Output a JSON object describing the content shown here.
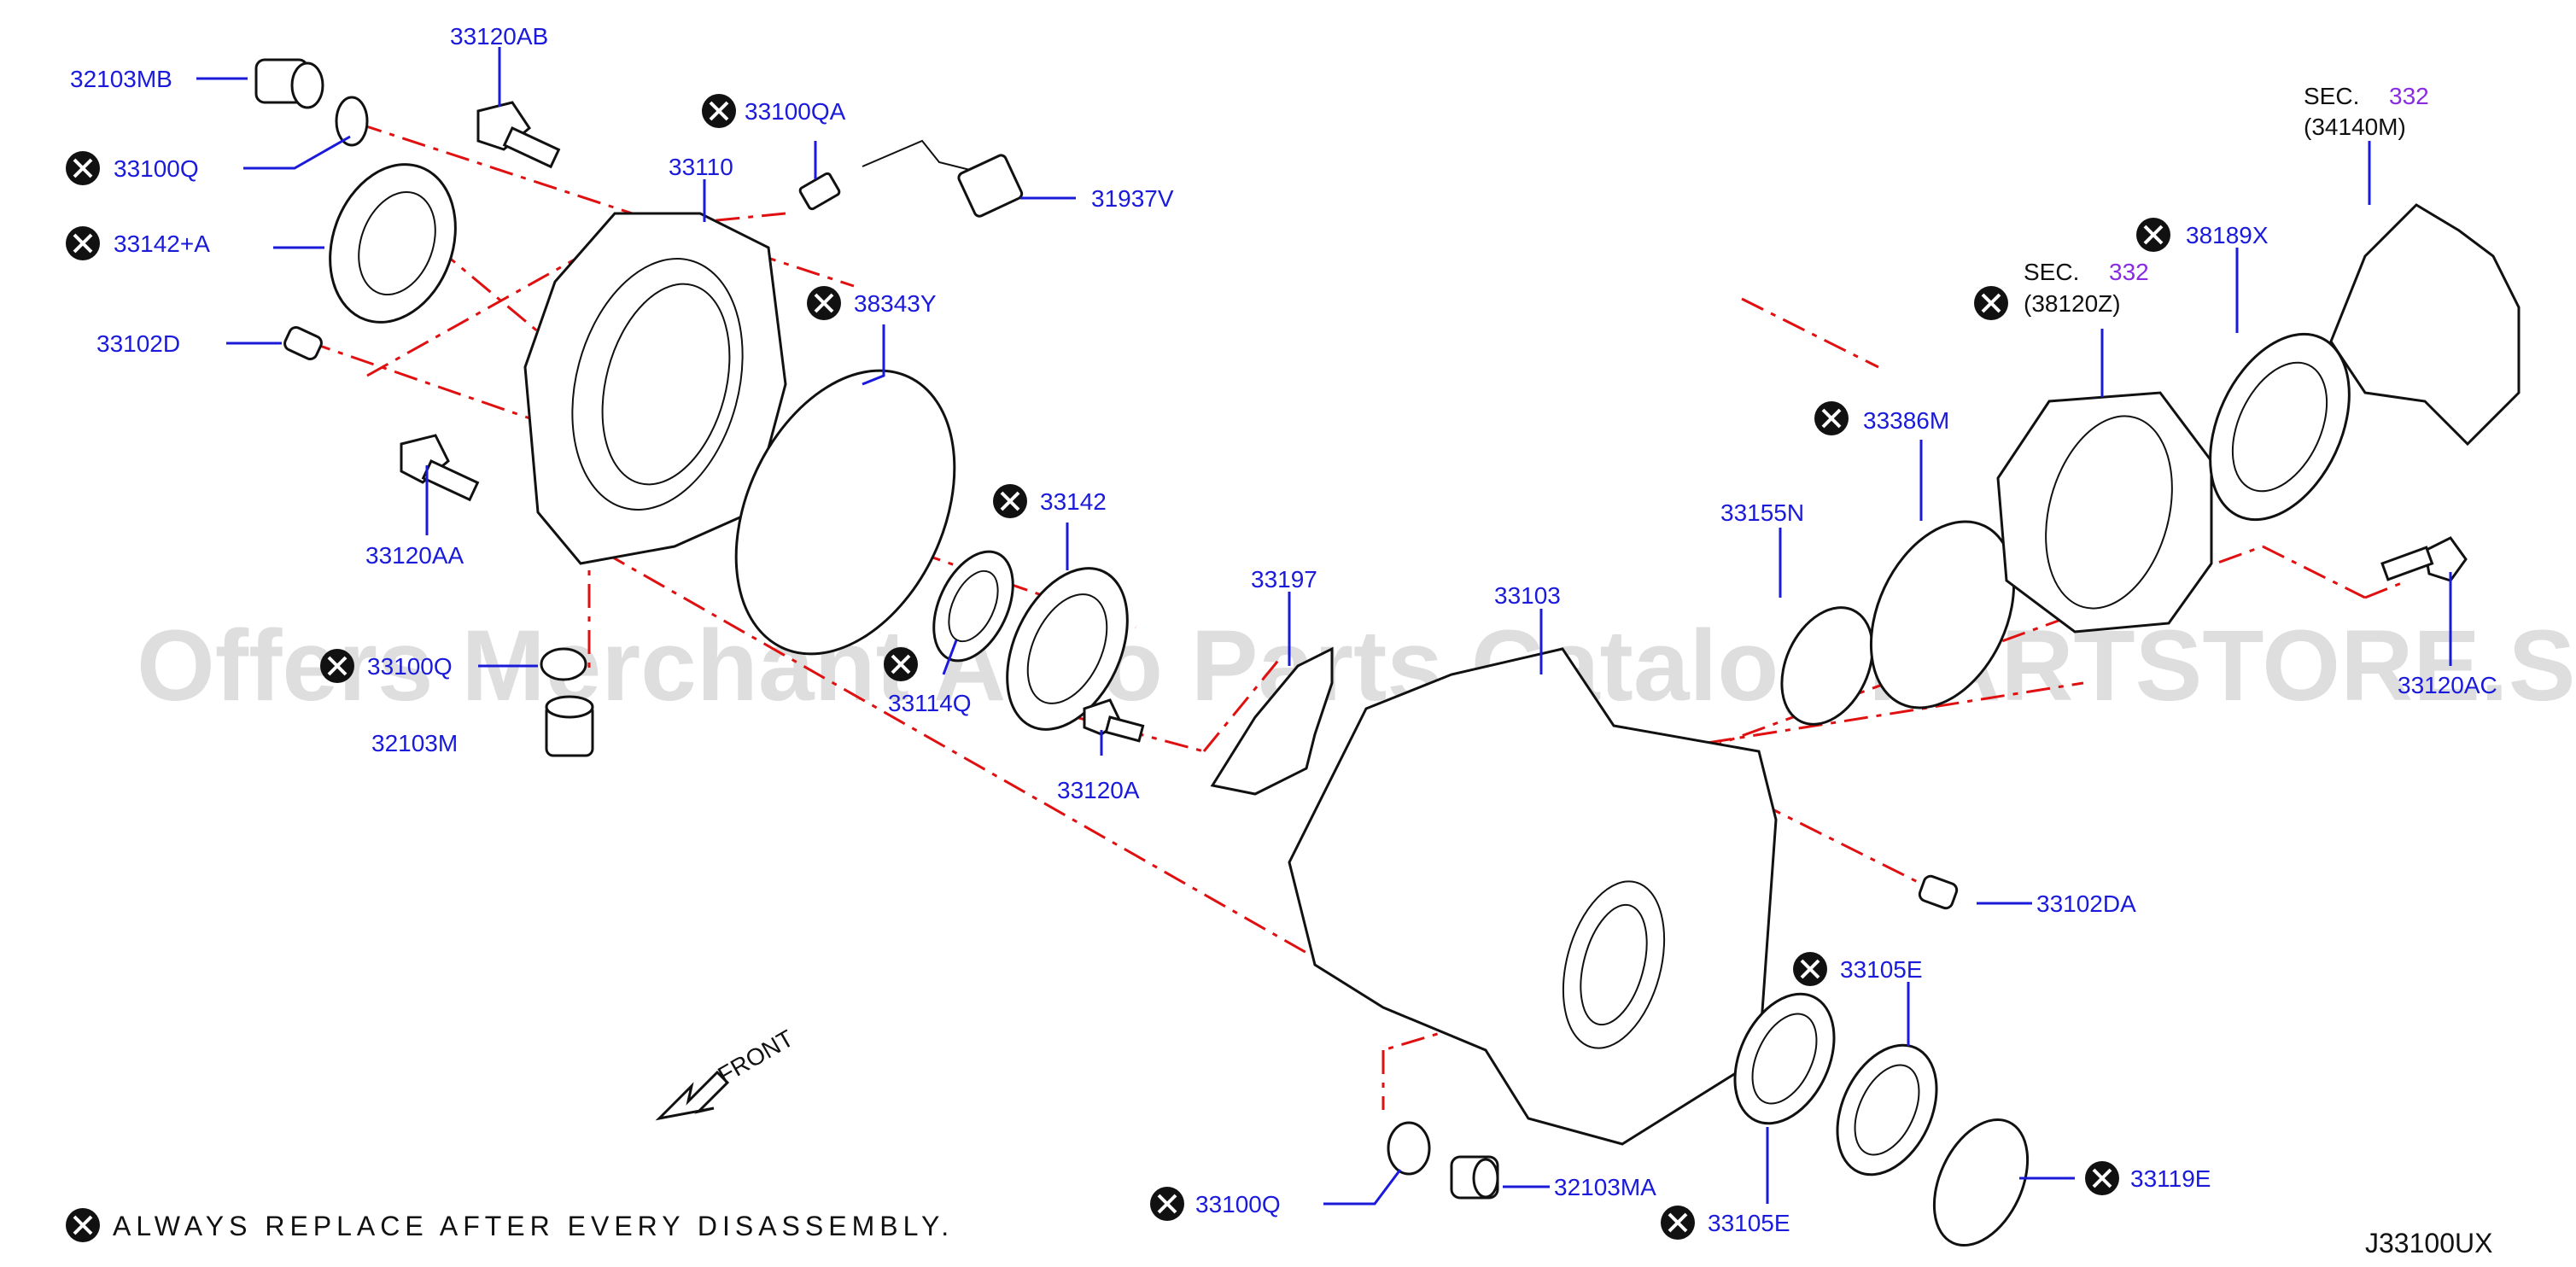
{
  "watermark": "Offers Merchant Auto Parts Catalog PARTSTORE.SA",
  "front_label": "FRONT",
  "legend_text": "ALWAYS   REPLACE   AFTER   EVERY   DISASSEMBLY.",
  "diagram_code": "J33100UX",
  "sections": {
    "sec_34140M_prefix": "SEC.",
    "sec_34140M_number": "332",
    "sec_34140M_part": "(34140M)",
    "sec_38120Z_prefix": "SEC.",
    "sec_38120Z_number": "332",
    "sec_38120Z_part": "(38120Z)"
  },
  "parts": {
    "p_32103MB": "32103MB",
    "p_33120AB": "33120AB",
    "p_33100QA": "33100QA",
    "p_33100Q_top": "33100Q",
    "p_33110": "33110",
    "p_31937V": "31937V",
    "p_33142A": "33142+A",
    "p_38343Y": "38343Y",
    "p_33102D": "33102D",
    "p_33120AA": "33120AA",
    "p_33142": "33142",
    "p_33197": "33197",
    "p_33103": "33103",
    "p_33100Q_left": "33100Q",
    "p_32103M": "32103M",
    "p_33114Q": "33114Q",
    "p_33120A": "33120A",
    "p_33155N": "33155N",
    "p_33386M": "33386M",
    "p_38189X": "38189X",
    "p_33120AC": "33120AC",
    "p_33102DA": "33102DA",
    "p_33105E_top": "33105E",
    "p_33105E_bottom": "33105E",
    "p_33119E": "33119E",
    "p_33100Q_bottom": "33100Q",
    "p_32103MA": "32103MA"
  },
  "colors": {
    "callout_blue": "#1a1adb",
    "dash_red": "#e01010",
    "section_purple": "#8a2be2",
    "ink": "#111111"
  }
}
